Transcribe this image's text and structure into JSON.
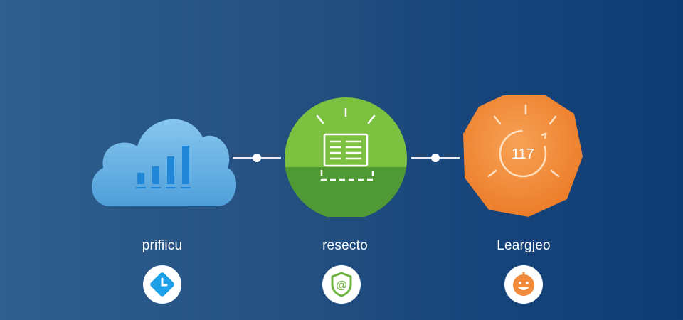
{
  "steps": [
    {
      "label": "prifiicu",
      "icon": "cloud-chart-icon",
      "badge_icon": "clock-icon",
      "color": "#6fb6e6"
    },
    {
      "label": "resecto",
      "icon": "document-icon",
      "badge_icon": "email-shield-icon",
      "color": "#6db33f"
    },
    {
      "label": "Leargjeo",
      "icon": "timer-icon",
      "badge_icon": "smile-icon",
      "color": "#f08a3c"
    }
  ],
  "timer_value": "117"
}
